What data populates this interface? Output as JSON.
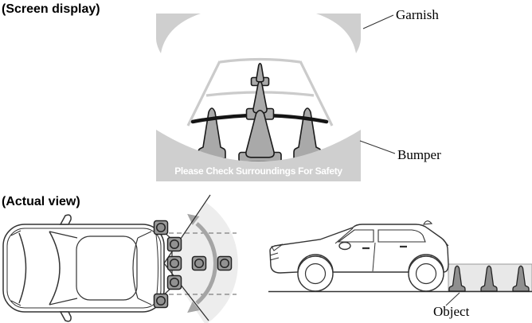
{
  "labels": {
    "screen_display": "(Screen display)",
    "actual_view": "(Actual view)"
  },
  "screen_display": {
    "warning_text": "Please Check Surroundings For Safety",
    "callouts": {
      "garnish": "Garnish",
      "bumper": "Bumper"
    },
    "graphics": {
      "garnish_corners": "garnish-corner-graphic",
      "bumper_band": "bumper-graphic",
      "guide_lines": "parking-guide-lines",
      "distance_line": "distance-guide-line",
      "cones": "traffic-cone-graphics"
    }
  },
  "actual_view": {
    "callouts": {
      "object": "Object"
    },
    "graphics": {
      "top_view_car": "top-view-car",
      "detection_zone": "detection-zone-fan",
      "sweep_arrow": "sweep-arrow",
      "target_markers": "detection-target-markers",
      "side_view_car": "side-view-car",
      "detection_band": "detection-band",
      "object_cones": "object-cone-graphics"
    }
  },
  "colors": {
    "panel_gray": "#cfcfcf",
    "guide_line_gray": "#cbcbcb",
    "distance_line_black": "#141414",
    "cone_gray": "#a9a9a9",
    "warning_text_white": "#ffffff",
    "detection_zone_gray": "#ededed",
    "marker_gray": "#9c9c9c",
    "arrow_gray": "#a5a5a5",
    "line_art": "#333333"
  }
}
